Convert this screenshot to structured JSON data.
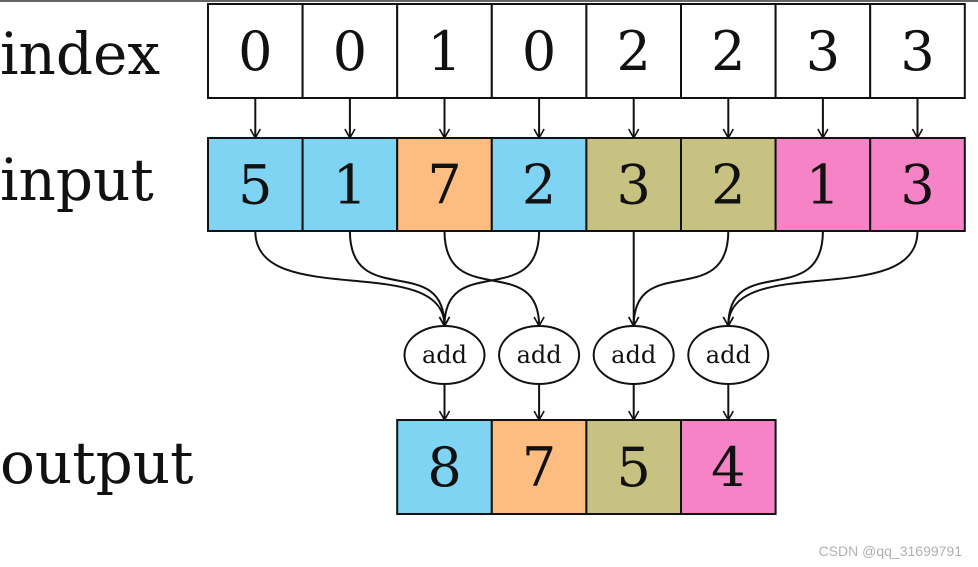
{
  "labels": {
    "index": "index",
    "input": "input",
    "output": "output"
  },
  "index_row": [
    "0",
    "0",
    "1",
    "0",
    "2",
    "2",
    "3",
    "3"
  ],
  "input_row": [
    {
      "value": "5",
      "group": 0
    },
    {
      "value": "1",
      "group": 0
    },
    {
      "value": "7",
      "group": 1
    },
    {
      "value": "2",
      "group": 0
    },
    {
      "value": "3",
      "group": 2
    },
    {
      "value": "2",
      "group": 2
    },
    {
      "value": "1",
      "group": 3
    },
    {
      "value": "3",
      "group": 3
    }
  ],
  "operations": [
    "add",
    "add",
    "add",
    "add"
  ],
  "output_row": [
    "8",
    "7",
    "5",
    "4"
  ],
  "colors": [
    "#7fd3f3",
    "#fdbd80",
    "#c7c281",
    "#f583c6"
  ],
  "watermark": "CSDN @qq_31699791"
}
